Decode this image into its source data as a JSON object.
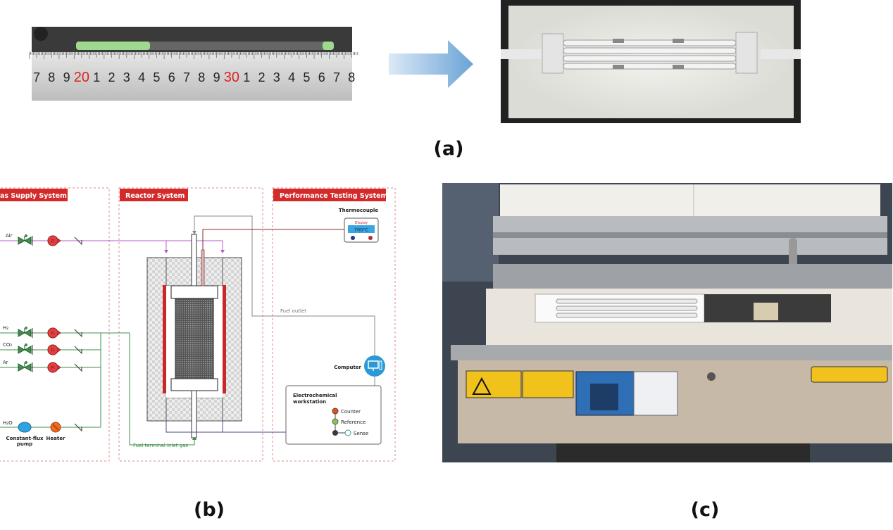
{
  "panels": {
    "a": {
      "label": "(a)",
      "ruler_numbers": [
        "7",
        "8",
        "9",
        "20",
        "1",
        "2",
        "3",
        "4",
        "5",
        "6",
        "7",
        "8",
        "9",
        "30",
        "1",
        "2",
        "3",
        "4",
        "5",
        "6",
        "7",
        "8"
      ],
      "highlight_numbers": [
        "20",
        "30"
      ]
    },
    "b": {
      "label": "(b)"
    },
    "c": {
      "label": "(c)"
    }
  },
  "diagram": {
    "sections": {
      "gas_supply": "as Supply System",
      "reactor": "Reactor System",
      "performance": "Performance Testing System"
    },
    "gases": {
      "air": "Air",
      "h2": "H₂",
      "co2": "CO₂",
      "ar": "Ar",
      "h2o": "H₂O"
    },
    "flow_indicator": "FI",
    "pump": "Constant-flux",
    "pump2": "pump",
    "heater": "Heater",
    "fuel_inlet": "Fuel terminal inlet gas",
    "fuel_outlet": "Fuel outlet",
    "thermocouple": "Thermocouple",
    "display": "Display",
    "temperature": "700°C",
    "computer": "Computer",
    "workstation_line1": "Electrochemical",
    "workstation_line2": "workstation",
    "electrodes": {
      "counter": "Counter",
      "reference": "Reference",
      "sense": "Sense"
    },
    "colors": {
      "header_red": "#d42a2a",
      "air_line": "#b05cc8",
      "fuel_line": "#3f8f4a",
      "heater_red": "#c8282a",
      "computer_blue": "#2a9ad6"
    }
  }
}
